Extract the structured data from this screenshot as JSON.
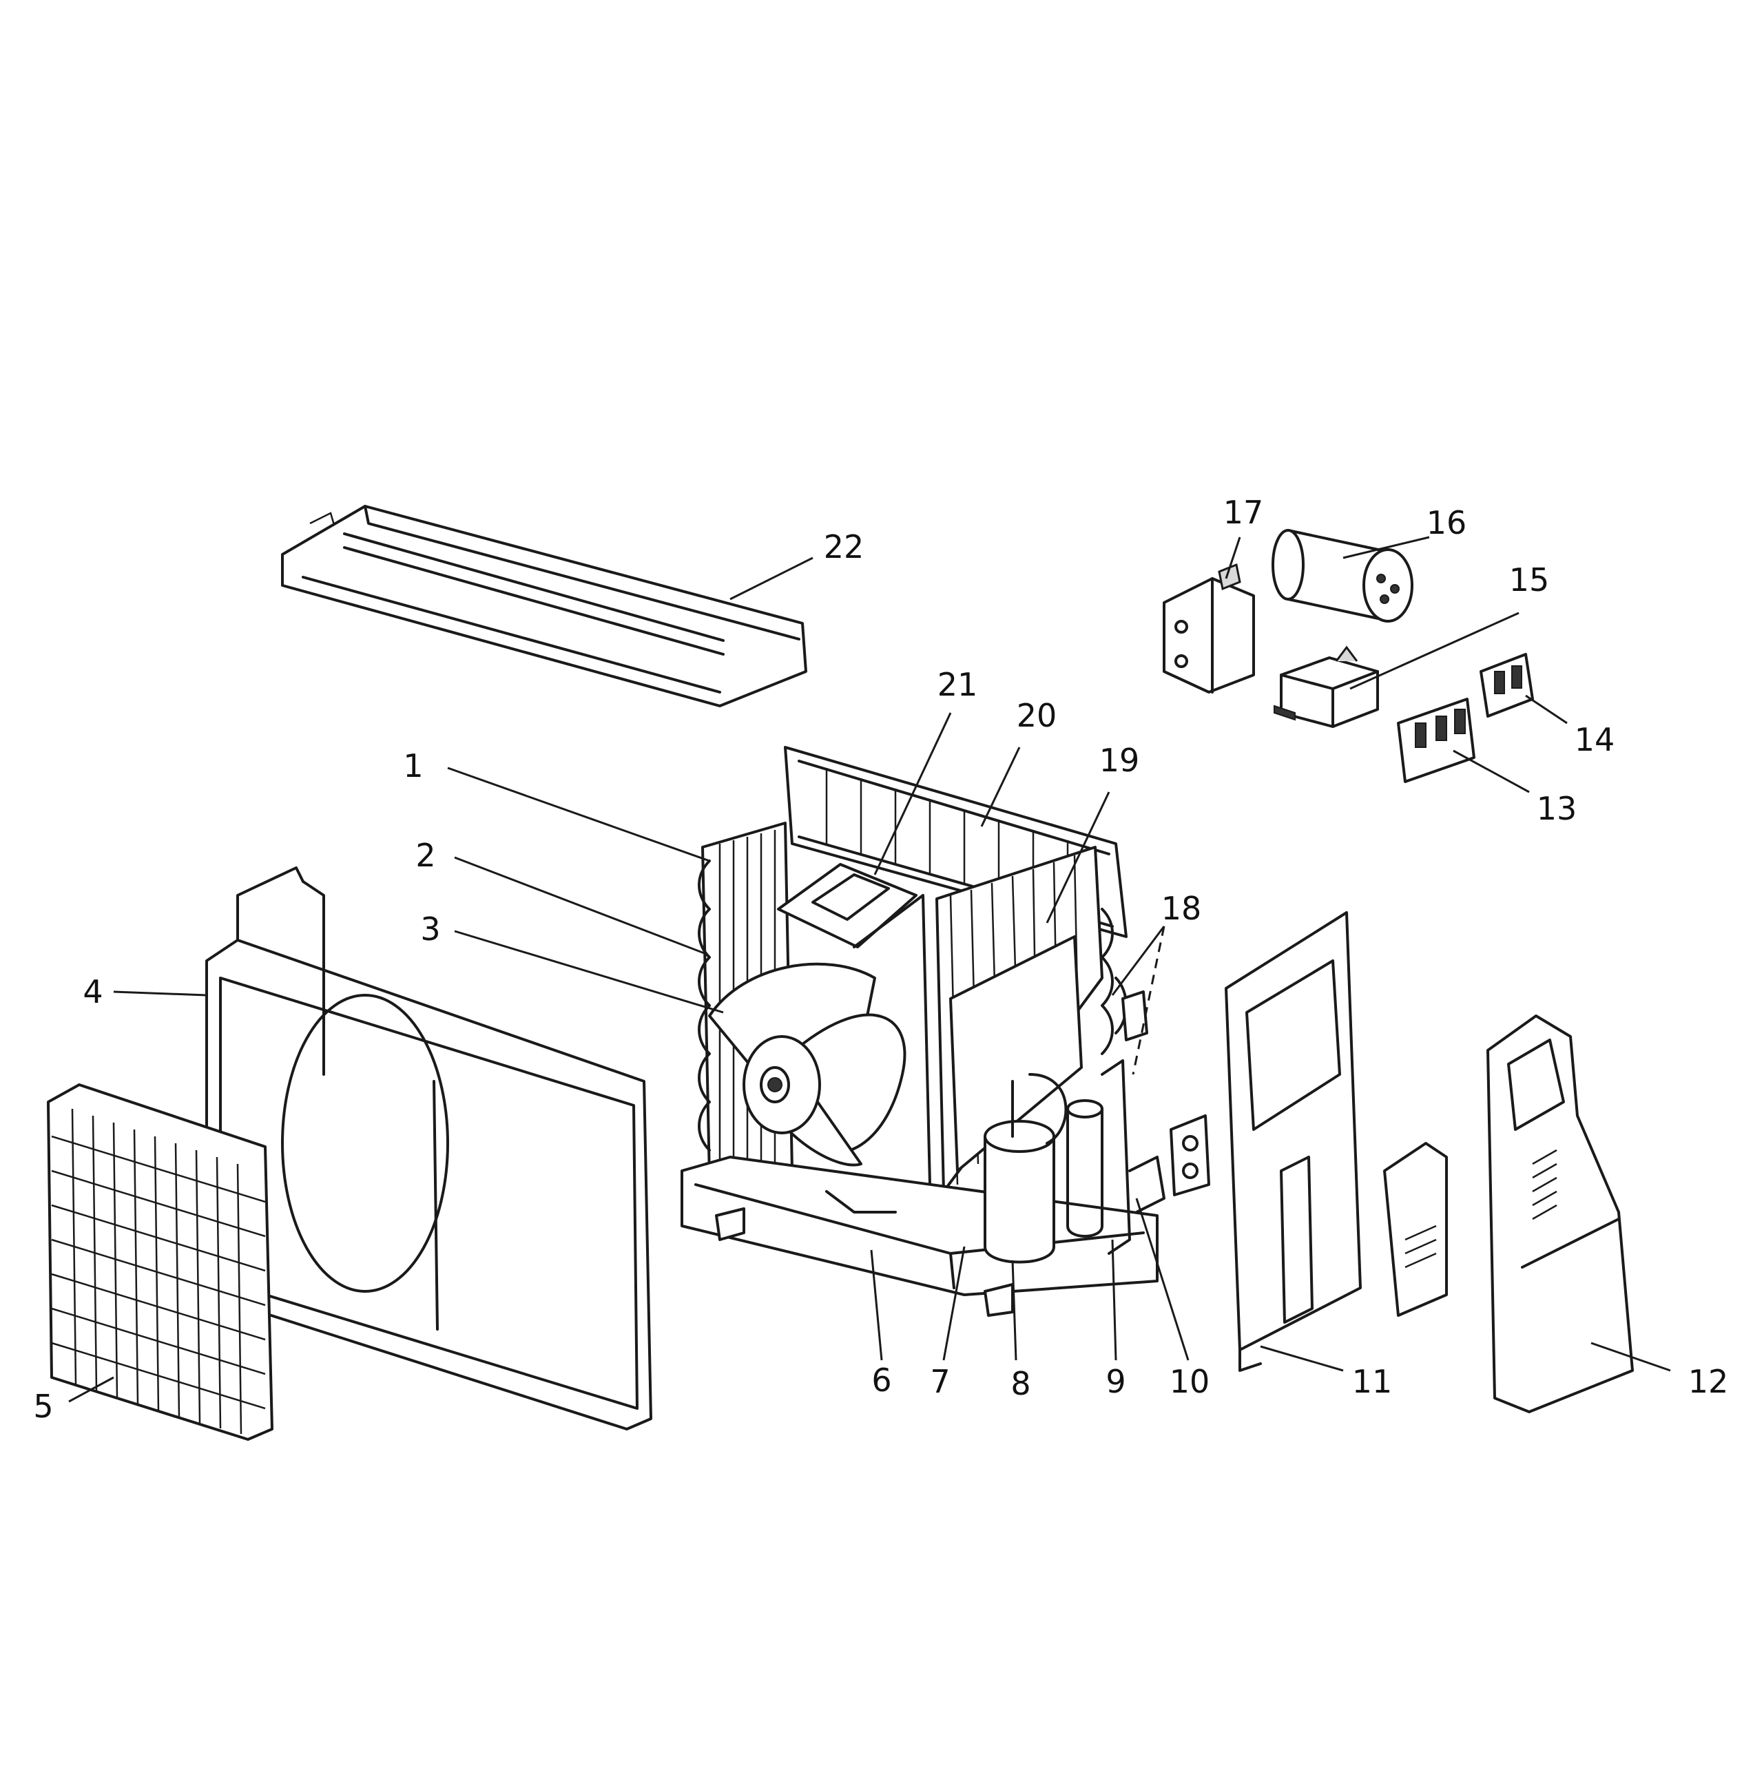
{
  "callouts": [
    {
      "id": "1",
      "text": "1"
    },
    {
      "id": "2",
      "text": "2"
    },
    {
      "id": "3",
      "text": "3"
    },
    {
      "id": "4",
      "text": "4"
    },
    {
      "id": "5",
      "text": "5"
    },
    {
      "id": "6",
      "text": "6"
    },
    {
      "id": "7",
      "text": "7"
    },
    {
      "id": "8",
      "text": "8"
    },
    {
      "id": "9",
      "text": "9"
    },
    {
      "id": "10",
      "text": "10"
    },
    {
      "id": "11",
      "text": "11"
    },
    {
      "id": "12",
      "text": "12"
    },
    {
      "id": "13",
      "text": "13"
    },
    {
      "id": "14",
      "text": "14"
    },
    {
      "id": "15",
      "text": "15"
    },
    {
      "id": "16",
      "text": "16"
    },
    {
      "id": "17",
      "text": "17"
    },
    {
      "id": "18",
      "text": "18"
    },
    {
      "id": "19",
      "text": "19"
    },
    {
      "id": "20",
      "text": "20"
    },
    {
      "id": "21",
      "text": "21"
    },
    {
      "id": "22",
      "text": "22"
    }
  ],
  "colors": {
    "ink": "#1a1a1a",
    "background": "#ffffff",
    "shade": "#d9d9d9"
  }
}
